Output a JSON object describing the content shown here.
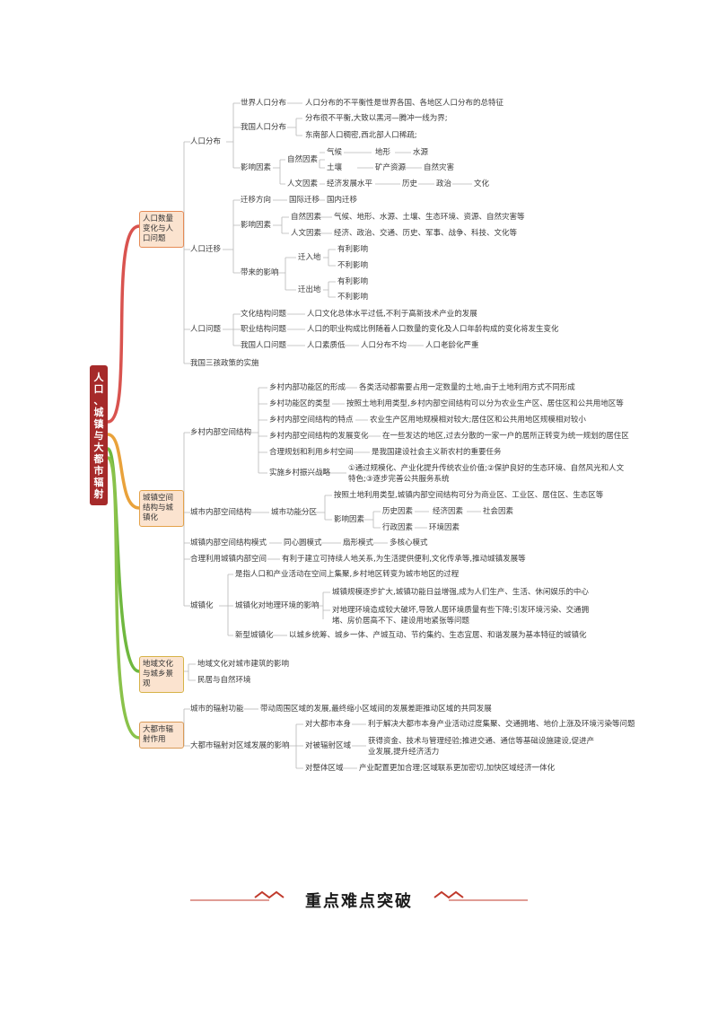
{
  "root": {
    "label": "人口、城镇与大都市辐射",
    "chars": [
      "人",
      "口",
      "、",
      "城",
      "镇",
      "与",
      "大",
      "都",
      "市",
      "辐",
      "射"
    ]
  },
  "colors": {
    "root": "#a62a2a",
    "branch1": "#d9534f",
    "branch2": "#e9a23b",
    "branch3": "#6fb83f",
    "branch4": "#8ac24a",
    "link": "#b0b0b0"
  },
  "categories": {
    "c1": "人口数量变化与人口问题",
    "c2": "城镇空间结构与城镇化",
    "c3": "地域文化与城乡景观",
    "c4": "大都市辐射作用"
  },
  "n": {
    "a1": "人口分布",
    "a1a": "世界人口分布",
    "a1a1": "人口分布的不平衡性是世界各国、各地区人口分布的总特征",
    "a1b": "我国人口分布",
    "a1b1": "分布很不平衡,大致以黑河—腾冲一线为界;",
    "a1b2": "东南部人口稠密,西北部人口稀疏;",
    "a1c": "影响因素",
    "a1c1": "自然因素",
    "a1c1a": "气候",
    "a1c1b": "地形",
    "a1c1c": "水源",
    "a1c1d": "土壤",
    "a1c1e": "矿产资源",
    "a1c1f": "自然灾害",
    "a1c2": "人文因素",
    "a1c2a": "经济发展水平",
    "a1c2b": "历史",
    "a1c2c": "政治",
    "a1c2d": "文化",
    "a2": "人口迁移",
    "a2a": "迁移方向",
    "a2a1": "国际迁移",
    "a2a2": "国内迁移",
    "a2b": "影响因素",
    "a2b1": "自然因素",
    "a2b1a": "气候、地形、水源、土壤、生态环境、资源、自然灾害等",
    "a2b2": "人文因素",
    "a2b2a": "经济、政治、交通、历史、军事、战争、科技、文化等",
    "a2c": "带来的影响",
    "a2c1": "迁入地",
    "a2c1a": "有利影响",
    "a2c1b": "不利影响",
    "a2c2": "迁出地",
    "a2c2a": "有利影响",
    "a2c2b": "不利影响",
    "a3": "人口问题",
    "a3a": "文化结构问题",
    "a3a1": "人口文化总体水平过低,不利于高新技术产业的发展",
    "a3b": "职业结构问题",
    "a3b1": "人口的职业构成比例随着人口数量的变化及人口年龄构成的变化将发生变化",
    "a3c": "我国人口问题",
    "a3c1": "人口素质低",
    "a3c2": "人口分布不均",
    "a3c3": "人口老龄化严重",
    "a4": "我国三孩政策的实施",
    "b1": "乡村内部空间结构",
    "b1a": "乡村内部功能区的形成",
    "b1a1": "各类活动都需要占用一定数量的土地,由于土地利用方式不同形成",
    "b1b": "乡村功能区的类型",
    "b1b1": "按照土地利用类型,乡村内部空间结构可以分为农业生产区、居住区和公共用地区等",
    "b1c": "乡村内部空间结构的特点",
    "b1c1": "农业生产区用地规模相对较大;居住区和公共用地区规模相对较小",
    "b1d": "乡村内部空间结构的发展变化",
    "b1d1": "在一些发达的地区,过去分散的一家一户的居所正转变为统一规划的居住区",
    "b1e": "合理规划和利用乡村空间",
    "b1e1": "是我国建设社会主义新农村的重要任务",
    "b1f": "实施乡村振兴战略",
    "b1f1": "①通过规模化、产业化提升传统农业价值;②保护良好的生态环境、自然风光和人文",
    "b1f2": "特色;③逐步完善公共服务系统",
    "b2": "城市内部空间结构",
    "b2a": "城市功能分区",
    "b2a1": "按照土地利用类型,城镇内部空间结构可分为商业区、工业区、居住区、生态区等",
    "b2a2": "影响因素",
    "b2a2a": "历史因素",
    "b2a2b": "经济因素",
    "b2a2c": "社会因素",
    "b2a2d": "行政因素",
    "b2a2e": "环境因素",
    "b3": "城镇内部空间结构模式",
    "b3a": "同心圆模式",
    "b3b": "扇形模式",
    "b3c": "多核心模式",
    "b4": "合理利用城镇内部空间",
    "b4a": "有利于建立可持续人地关系,为生活提供便利,文化传承等,推动城镇发展等",
    "b5": "城镇化",
    "b5a": "是指人口和产业活动在空间上集聚,乡村地区转变为城市地区的过程",
    "b5b": "城镇化对地理环境的影响",
    "b5b1": "城镇规模逐步扩大,城镇功能日益增强,成为人们生产、生活、休闲娱乐的中心",
    "b5b2": "对地理环境造成较大破坏,导致人居环境质量有些下降;引发环境污染、交通拥",
    "b5b3": "堵、房价居高不下、建设用地紧张等问题",
    "b5c": "新型城镇化",
    "b5c1": "以城乡统筹、城乡一体、产城互动、节约集约、生态宜居、和谐发展为基本特征的城镇化",
    "c3a": "地域文化对城市建筑的影响",
    "c3b": "民居与自然环境",
    "d1": "城市的辐射功能",
    "d1a": "带动周围区域的发展,最终缩小区域间的发展差距推动区域的共同发展",
    "d2": "大都市辐射对区域发展的影响",
    "d2a": "对大都市本身",
    "d2a1": "利于解决大都市本身产业活动过度集聚、交通拥堵、地价上涨及环境污染等问题",
    "d2b": "对被辐射区域",
    "d2b1": "获得资金、技术与管理经验;推进交通、通信等基础设施建设,促进产",
    "d2b2": "业发展,提升经济活力",
    "d2c": "对整体区域",
    "d2c1": "产业配置更加合理;区域联系更加密切,加快区域经济一体化"
  },
  "footer": {
    "title": "重点难点突破"
  }
}
